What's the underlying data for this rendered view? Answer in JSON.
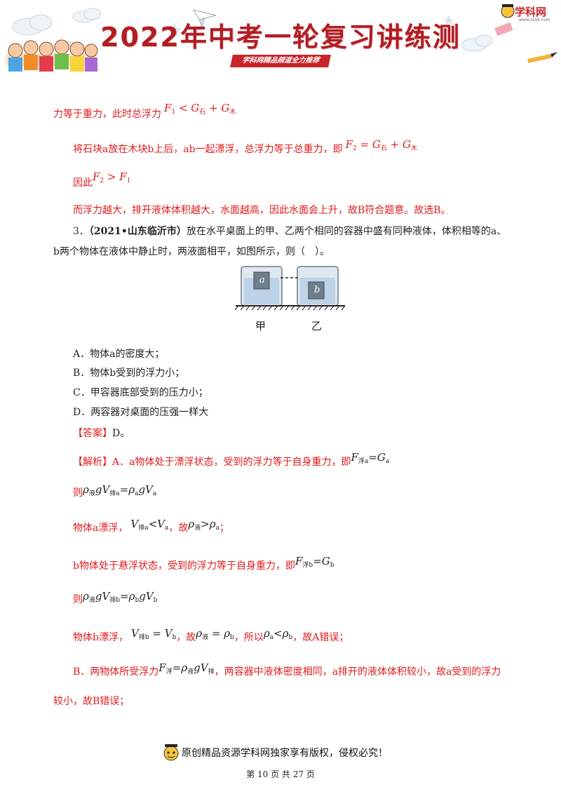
{
  "header": {
    "title": "2022年中考一轮复习讲练测",
    "subtitle": "学科网精品频道全力推荐",
    "logo_text": "学科网",
    "logo_url": "www.zxxk.com"
  },
  "colors": {
    "brand": "#c8242b",
    "answer_red": "#e0191b"
  },
  "content": {
    "l1_text": "力等于重力，此时总浮力",
    "l1_math": {
      "F": "F",
      "sub1": "1",
      "lt": " < ",
      "G1": "G",
      "gsub1": "石",
      "plus": " + ",
      "G2": "G",
      "gsub2": "木"
    },
    "l2_text": "将石块a放在木块b上后，ab一起漂浮，总浮力等于总重力，即",
    "l2_math": {
      "F": "F",
      "sub": "2",
      "eq": " = ",
      "G1": "G",
      "gsub1": "石",
      "plus": " + ",
      "G2": "G",
      "gsub2": "木"
    },
    "l3_text": "因此",
    "l3_math": {
      "F2": "F",
      "sub2": "2",
      "gt": " > ",
      "F1": "F",
      "sub1": "1"
    },
    "l4_text": "而浮力越大，排开液体体积越大，水面越高，因此水面会上升，故B符合题意。故选B。",
    "q3_num": "3．",
    "q3_source": "（2021•山东临沂市）",
    "q3_line1": "放在水平桌面上的甲、乙两个相同的容器中盛有同种液体，体积相等的a、",
    "q3_line2": "b两个物体在液体中静止时，两液面相平，如图所示，则（　）。",
    "figure": {
      "label_a": "a",
      "label_b": "b",
      "caption_left": "甲",
      "caption_right": "乙"
    },
    "options": [
      "A．物体a的密度大；",
      "B．物体b受到的浮力小；",
      "C．甲容器底部受到的压力小；",
      "D．两容器对桌面的压强一样大"
    ],
    "answer_label": "【答案】",
    "answer_value": "D。",
    "analysis_label": "【解析】",
    "analysis_a1": "A．a物体处于漂浮状态，受到的浮力等于自身重力，即",
    "analysis_a1_math": {
      "F": "F",
      "fsub": "浮a",
      "eq": "=",
      "G": "G",
      "gsub": "a"
    },
    "then": "则",
    "analysis_a2_math": {
      "rho1": "ρ",
      "rsub1": "液",
      "g1": "gV",
      "vsub1": "排a",
      "eq": "=",
      "rho2": "ρ",
      "rsub2": "a",
      "g2": "gV",
      "vsub2": "a"
    },
    "analysis_a3_text": "物体a漂浮，",
    "analysis_a3_m1": {
      "V1": "V",
      "vsub1": "排a",
      "lt": "<",
      "V2": "V",
      "vsub2": "a"
    },
    "analysis_a3_mid": "，故",
    "analysis_a3_m2": {
      "rho1": "ρ",
      "rsub1": "液",
      "gt": ">",
      "rho2": "ρ",
      "rsub2": "a"
    },
    "analysis_a3_end": "；",
    "analysis_b1": "b物体处于悬浮状态，受到的浮力等于自身重力，即",
    "analysis_b1_math": {
      "F": "F",
      "fsub": "浮b",
      "eq": "=",
      "G": "G",
      "gsub": "b"
    },
    "analysis_b2_math": {
      "rho1": "ρ",
      "rsub1": "液",
      "g1": "gV",
      "vsub1": "排b",
      "eq": "=",
      "rho2": "ρ",
      "rsub2": "b",
      "g2": "gV",
      "vsub2": "b"
    },
    "analysis_b3_text": "物体b漂浮，",
    "analysis_b3_m1": {
      "V1": "V",
      "vsub1": "排b",
      "eq": " = ",
      "V2": "V",
      "vsub2": "b"
    },
    "analysis_b3_mid": "，故",
    "analysis_b3_m2": {
      "rho1": "ρ",
      "rsub1": "液",
      "eq": " = ",
      "rho2": "ρ",
      "rsub2": "b"
    },
    "analysis_b3_mid2": "，所以",
    "analysis_b3_m3": {
      "rho1": "ρ",
      "rsub1": "a",
      "lt": "<",
      "rho2": "ρ",
      "rsub2": "b"
    },
    "analysis_b3_end": "，故A错误；",
    "analysis_c1_text": "B．两物体所受浮力",
    "analysis_c1_math": {
      "F": "F",
      "fsub": "浮",
      "eq": "=",
      "rho": "ρ",
      "rsub": "液",
      "gv": "gV",
      "vsub": "排"
    },
    "analysis_c1_end": "，两容器中液体密度相同，a排开的液体体积较小，故a受到的浮力",
    "analysis_c2": "较小，故B错误；"
  },
  "footer": {
    "note": "原创精品资源学科网独家享有版权，侵权必究！",
    "page": "第 10 页 共 27 页"
  }
}
